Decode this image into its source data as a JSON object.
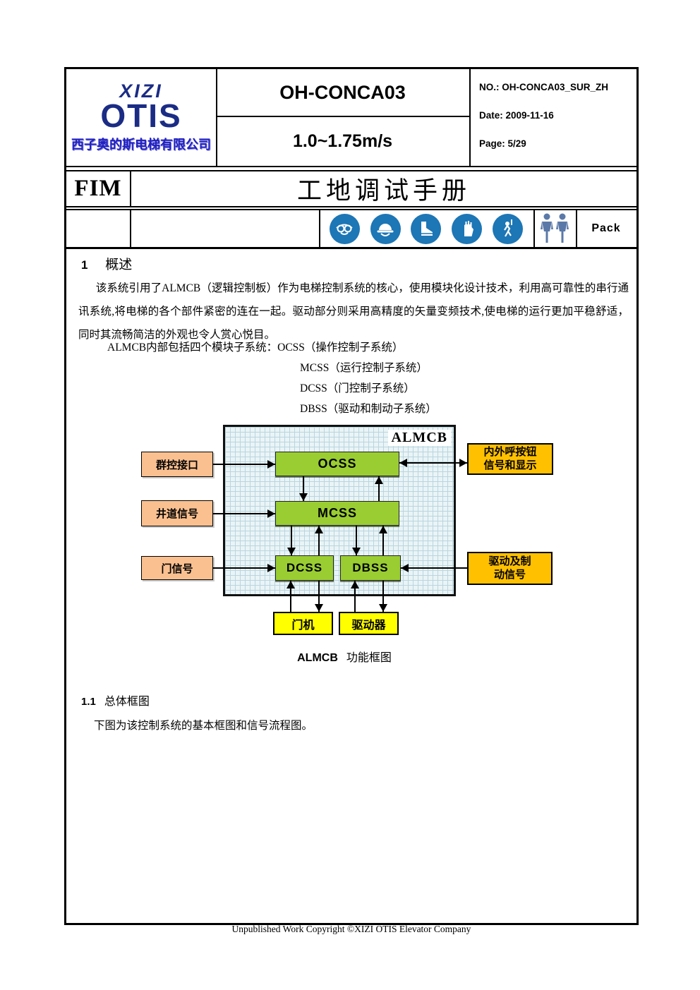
{
  "header": {
    "logo_line1": "XIZI",
    "logo_line2": "OTIS",
    "logo_company": "西子奥的斯电梯有限公司",
    "doc_code": "OH-CONCA03",
    "speed_range": "1.0~1.75m/s",
    "doc_no": "NO.: OH-CONCA03_SUR_ZH",
    "date": "Date: 2009-11-16",
    "page_no": "Page: 5/29",
    "fim": "FIM",
    "doc_title": "工地调试手册",
    "pack": "Pack",
    "safety_icons": [
      "goggles-icon",
      "helmet-icon",
      "boots-icon",
      "gloves-icon",
      "harness-icon"
    ],
    "people_icon": "workers-icon"
  },
  "section1": {
    "number": "1",
    "title": "概述",
    "paragraph": "该系统引用了ALMCB（逻辑控制板）作为电梯控制系统的核心，使用模块化设计技术，利用高可靠性的串行通讯系统,将电梯的各个部件紧密的连在一起。驱动部分则采用高精度的矢量变频技术,使电梯的运行更加平稳舒适，同时其流畅简洁的外观也令人赏心悦目。",
    "subsystems_intro": "ALMCB内部包括四个模块子系统：OCSS（操作控制子系统）",
    "subsystems": [
      "MCSS（运行控制子系统）",
      "DCSS（门控制子系统）",
      "DBSS（驱动和制动子系统）"
    ]
  },
  "diagram": {
    "container_label": "ALMCB",
    "nodes": {
      "group_ctrl": {
        "label": "群控接口"
      },
      "hoistway": {
        "label": "井道信号"
      },
      "door_signal": {
        "label": "门信号"
      },
      "ocss": {
        "label": "OCSS"
      },
      "mcss": {
        "label": "MCSS"
      },
      "dcss": {
        "label": "DCSS"
      },
      "dbss": {
        "label": "DBSS"
      },
      "call_buttons": {
        "line1": "内外呼按钮",
        "line2": "信号和显示"
      },
      "drive_brake": {
        "line1": "驱动及制",
        "line2": "动信号"
      },
      "door_machine": {
        "label": "门机"
      },
      "driver": {
        "label": "驱动器"
      }
    },
    "caption_en": "ALMCB",
    "caption_zh": "功能框图"
  },
  "section1_1": {
    "number": "1.1",
    "title": "总体框图",
    "body": "下图为该控制系统的基本框图和信号流程图。"
  },
  "footer": {
    "copyright": "Unpublished Work Copyright ©XIZI OTIS Elevator Company"
  },
  "colors": {
    "logo_blue": "#1b2c85",
    "company_blue": "#2121c0",
    "safety_icon_blue": "#1d76b5",
    "people_blue": "#5b79a8",
    "subsystem_green": "#9acd32",
    "input_peach": "#fac090",
    "signal_gold": "#ffc000",
    "device_yellow": "#ffff00",
    "grid_bg": "#eaf4f6",
    "grid_line": "#b9d6de"
  }
}
